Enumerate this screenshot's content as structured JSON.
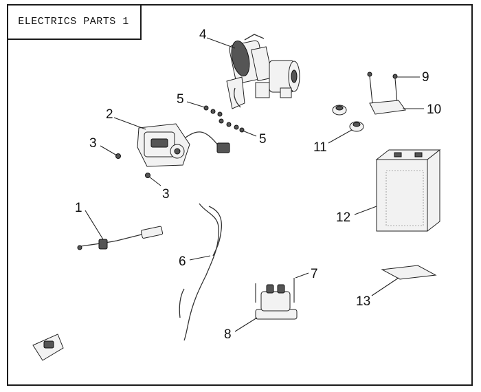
{
  "title": "ELECTRICS PARTS 1",
  "callouts": [
    {
      "id": "c1",
      "label": "1"
    },
    {
      "id": "c2",
      "label": "2"
    },
    {
      "id": "c3a",
      "label": "3"
    },
    {
      "id": "c3b",
      "label": "3"
    },
    {
      "id": "c4",
      "label": "4"
    },
    {
      "id": "c5a",
      "label": "5"
    },
    {
      "id": "c5b",
      "label": "5"
    },
    {
      "id": "c6",
      "label": "6"
    },
    {
      "id": "c7",
      "label": "7"
    },
    {
      "id": "c8",
      "label": "8"
    },
    {
      "id": "c9",
      "label": "9"
    },
    {
      "id": "c10",
      "label": "10"
    },
    {
      "id": "c11",
      "label": "11"
    },
    {
      "id": "c12",
      "label": "12"
    },
    {
      "id": "c13",
      "label": "13"
    }
  ],
  "icons": [
    "winch-icon",
    "control-box-icon",
    "battery-icon",
    "solenoid-icon",
    "wiring-harness-icon",
    "direction-arrow-icon"
  ]
}
